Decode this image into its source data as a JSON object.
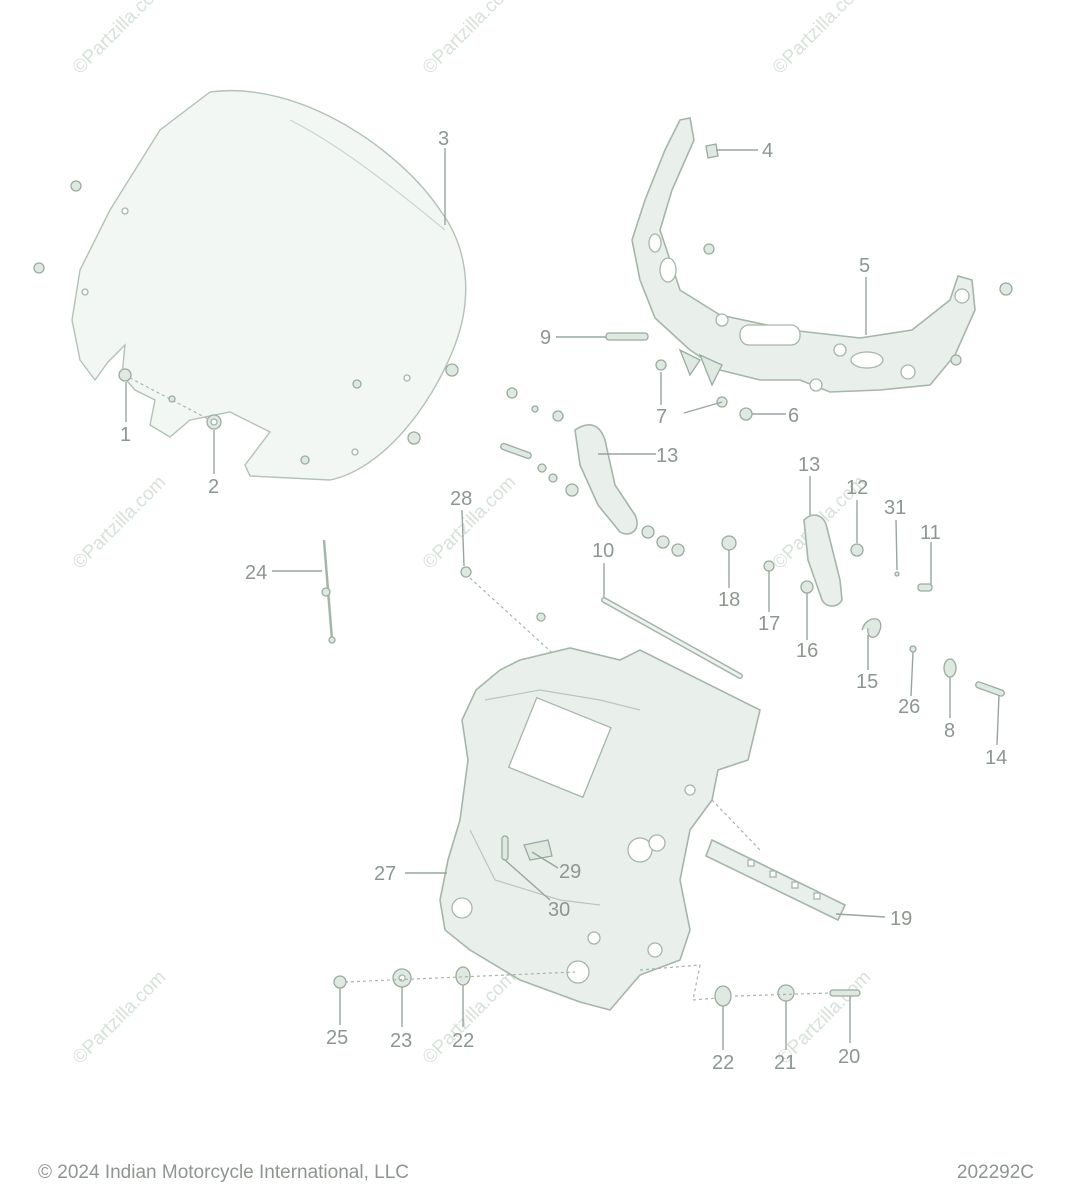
{
  "diagram": {
    "callouts": [
      "1",
      "2",
      "3",
      "4",
      "5",
      "6",
      "7",
      "8",
      "9",
      "10",
      "11",
      "12",
      "13",
      "13",
      "14",
      "15",
      "16",
      "17",
      "18",
      "19",
      "20",
      "21",
      "22",
      "22",
      "23",
      "24",
      "25",
      "26",
      "27",
      "28",
      "29",
      "30",
      "31"
    ]
  },
  "watermark": {
    "text": "©Partzilla.com"
  },
  "footer": {
    "copyright": "© 2024 Indian Motorcycle International, LLC",
    "diagram_code": "202292C"
  },
  "colors": {
    "line_art": "#a4b6aa",
    "callout_text": "#8c9790",
    "watermark": "#d6e2da"
  }
}
